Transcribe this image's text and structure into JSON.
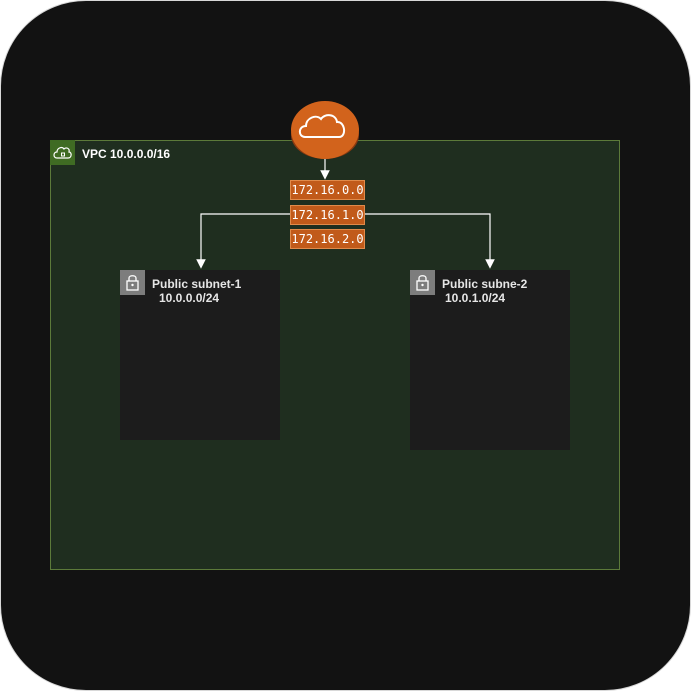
{
  "diagram": {
    "vpc": {
      "label": "VPC 10.0.0.0/16",
      "icon": "vpc-cloud-icon"
    },
    "gateway": {
      "icon": "internet-gateway-cloud-icon"
    },
    "route_table": {
      "entries": [
        "172.16.0.0",
        "172.16.1.0",
        "172.16.2.0"
      ]
    },
    "subnets": [
      {
        "title": "Public subnet-1",
        "cidr": "10.0.0.0/24",
        "icon": "lock-icon"
      },
      {
        "title": "Public subne-2",
        "cidr": "10.0.1.0/24",
        "icon": "lock-icon"
      }
    ]
  },
  "colors": {
    "background": "#121212",
    "vpc_fill": "#1f2e1f",
    "vpc_border": "#5c7a3a",
    "gateway": "#d2631c",
    "route_fill": "#c15a1a",
    "subnet_fill": "#1c1c1c",
    "connector": "#ffffff"
  }
}
